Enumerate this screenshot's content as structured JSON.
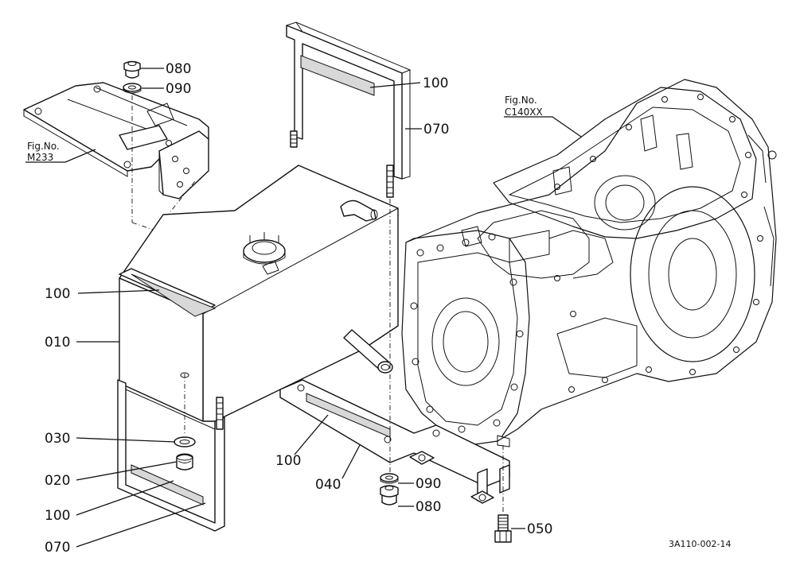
{
  "figure_refs": [
    {
      "id": "m233",
      "line1": "Fig.No.",
      "line2": "M233"
    },
    {
      "id": "c140",
      "line1": "Fig.No.",
      "line2": "C140XX"
    }
  ],
  "callouts": {
    "c080_top": "080",
    "c090_top": "090",
    "c100_strap": "100",
    "c070_strap": "070",
    "c100_left": "100",
    "c010": "010",
    "c030": "030",
    "c020": "020",
    "c100_bottom": "100",
    "c070_bottom": "070",
    "c100_bracket": "100",
    "c040": "040",
    "c090_bottom": "090",
    "c080_bottom": "080",
    "c050": "050"
  },
  "drawing_code": "3A110-002-14"
}
